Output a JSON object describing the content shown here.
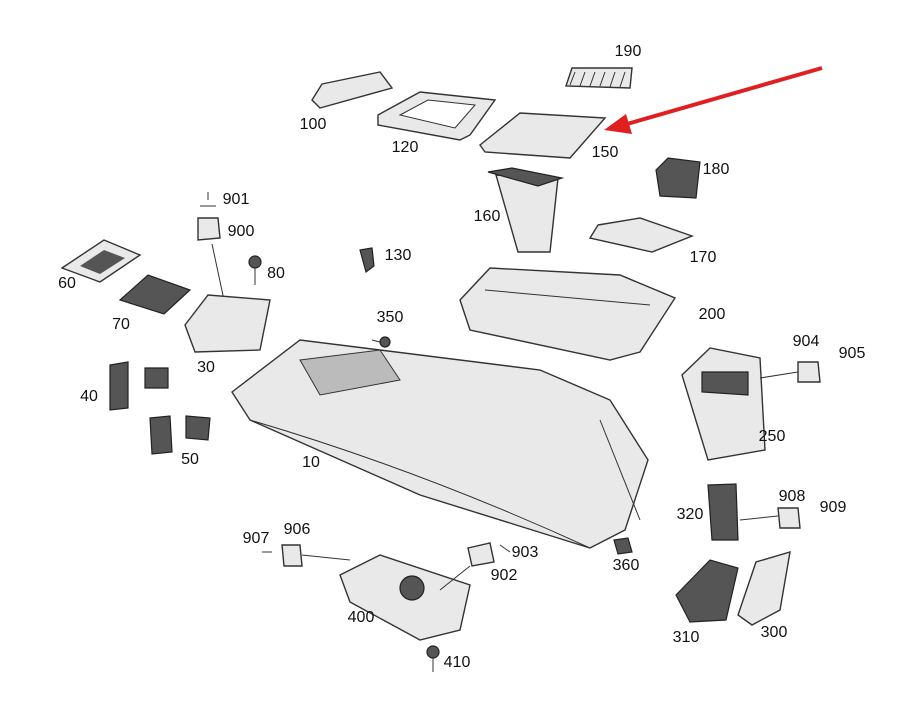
{
  "diagram": {
    "callouts": [
      "190",
      "100",
      "120",
      "150",
      "180",
      "160",
      "170",
      "901",
      "900",
      "80",
      "130",
      "60",
      "70",
      "30",
      "350",
      "200",
      "904",
      "905",
      "40",
      "250",
      "50",
      "10",
      "907",
      "906",
      "903",
      "902",
      "360",
      "320",
      "908",
      "909",
      "400",
      "410",
      "310",
      "300"
    ],
    "accent_color": "#e02020"
  }
}
